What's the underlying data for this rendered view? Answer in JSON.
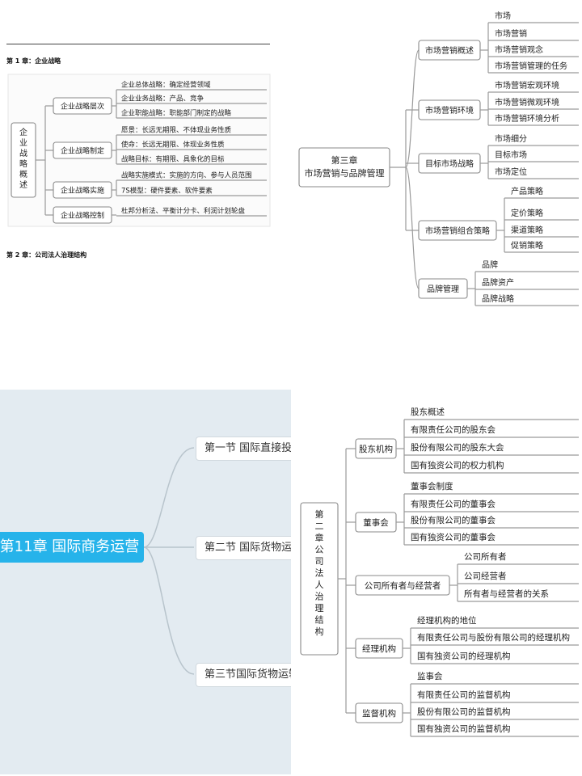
{
  "p1": {
    "header_rule": true,
    "chapter1_title": "第 1 章：企业战略",
    "chapter2_title": "第 2 章：公司法人治理结构",
    "root": "企业战略概述",
    "branches": [
      {
        "label": "企业战略层次",
        "leaves": [
          "企业总体战略：确定经营领域",
          "企业业务战略：产品、竞争",
          "企业职能战略：职能部门制定的战略"
        ]
      },
      {
        "label": "企业战略制定",
        "leaves": [
          "愿景：长远无期限、不体现业务性质",
          "使命：长远无期限、体现业务性质",
          "战略目标：有期限、具象化的目标"
        ]
      },
      {
        "label": "企业战略实施",
        "leaves": [
          "战略实施模式：实施的方向、参与人员范围",
          "7S模型：硬件要素、软件要素"
        ]
      },
      {
        "label": "企业战略控制",
        "leaves": [
          "杜邦分析法、平衡计分卡、利润计划轮盘"
        ]
      }
    ]
  },
  "p2": {
    "root": [
      "第三章",
      "市场营销与品牌管理"
    ],
    "branches": [
      {
        "label": "市场营销概述",
        "leaves": [
          "市场",
          "市场营销",
          "市场营销观念",
          "市场营销管理的任务"
        ]
      },
      {
        "label": "市场营销环境",
        "leaves": [
          "市场营销宏观环境",
          "市场营销微观环境",
          "市场营销环境分析"
        ]
      },
      {
        "label": "目标市场战略",
        "leaves": [
          "市场细分",
          "目标市场",
          "市场定位"
        ]
      },
      {
        "label": "市场营销组合策略",
        "leaves": [
          "产品策略",
          "定价策略",
          "渠道策略",
          "促销策略"
        ]
      },
      {
        "label": "品牌管理",
        "leaves": [
          "品牌",
          "品牌资产",
          "品牌战略"
        ]
      }
    ]
  },
  "p3": {
    "root": "第11章 国际商务运营",
    "sections": [
      "第一节 国际直接投资",
      "第二节 国际货物运输",
      "第三节国际货物运输保"
    ],
    "colors": {
      "root_bg": "#26b3ea",
      "panel_bg": "#e3ebf1"
    }
  },
  "p4": {
    "root": "第二章公司法人治理结构",
    "branches": [
      {
        "label": "股东机构",
        "leaves": [
          "股东概述",
          "有限责任公司的股东会",
          "股份有限公司的股东大会",
          "国有独资公司的权力机构"
        ]
      },
      {
        "label": "董事会",
        "leaves": [
          "董事会制度",
          "有限责任公司的董事会",
          "股份有限公司的董事会",
          "国有独资公司的董事会"
        ]
      },
      {
        "label": "公司所有者与经营者",
        "leaves": [
          "公司所有者",
          "公司经营者",
          "所有者与经营者的关系"
        ]
      },
      {
        "label": "经理机构",
        "leaves": [
          "经理机构的地位",
          "有限责任公司与股份有限公司的经理机构",
          "国有独资公司的经理机构"
        ]
      },
      {
        "label": "监督机构",
        "leaves": [
          "监事会",
          "有限责任公司的监督机构",
          "股份有限公司的监督机构",
          "国有独资公司的监督机构"
        ]
      }
    ]
  }
}
